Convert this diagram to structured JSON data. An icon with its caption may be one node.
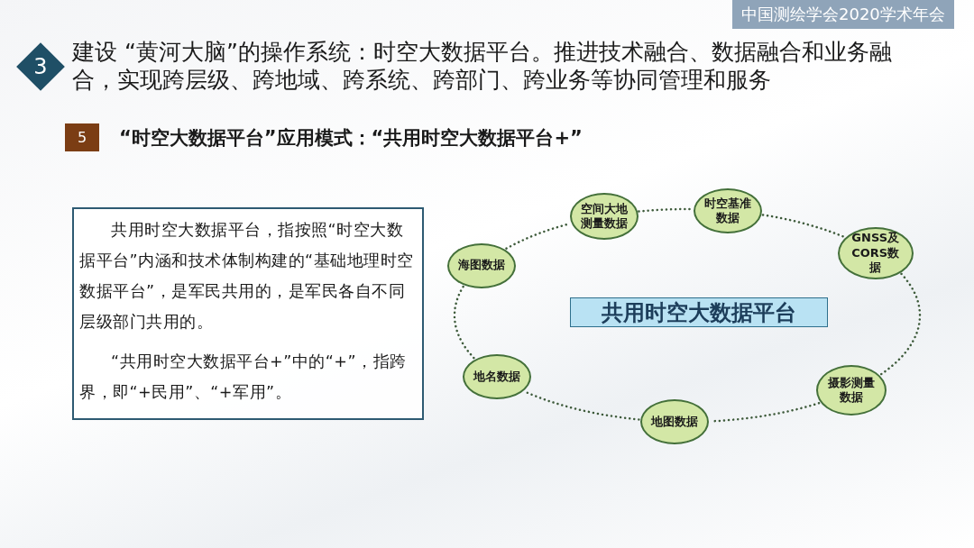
{
  "diagram": {
    "nodes": [
      {
        "text": [
          "3"
        ],
        "beside": [
          "建设 “黄河大脑”的操作系统：时空大数据平台。推进技术融合、数据融合和业务融合，实现跨层级、跨地域、跨系统、跨部门、跨业务等协同管理和服务"
        ]
      },
      {
        "text": [
          "5"
        ],
        "beside": [
          "“时空大数据平台”应用模式：“共用时空大数据平台+”"
        ]
      },
      {
        "text": [
          "共用时空大数据平台，指按照“时空大数据平台”内涵和技术体制构建的“基础地理时空数据平台”，是军民共用的，是军民各自不同层级部门共用的。",
          "“共用时空大数据平台+”中的“+”，指跨界，即“+民用”、“+军用”。"
        ]
      },
      {
        "text": [
          "共用时空大数据平台"
        ]
      },
      {
        "text": [
          "空间大地测量数据"
        ]
      },
      {
        "text": [
          "时空基准数据"
        ]
      },
      {
        "text": [
          "GNSS及CORS数据"
        ]
      },
      {
        "text": [
          "摄影测量数据"
        ]
      },
      {
        "text": [
          "地图数据"
        ]
      },
      {
        "text": [
          "地名数据"
        ]
      },
      {
        "text": [
          "海图数据"
        ]
      }
    ],
    "edges": [
      {
        "from": 4,
        "to": 5,
        "arrow": "none",
        "style": "dashed"
      },
      {
        "from": 5,
        "to": 6,
        "arrow": "none",
        "style": "dashed"
      },
      {
        "from": 6,
        "to": 7,
        "arrow": "none",
        "style": "dashed"
      },
      {
        "from": 7,
        "to": 8,
        "arrow": "none",
        "style": "dashed"
      },
      {
        "from": 8,
        "to": 9,
        "arrow": "none",
        "style": "dashed"
      },
      {
        "from": 9,
        "to": 10,
        "arrow": "none",
        "style": "dashed"
      },
      {
        "from": 10,
        "to": 4,
        "arrow": "none",
        "style": "dashed"
      }
    ],
    "labels": [
      "中国测绘学会2020学术年会"
    ]
  }
}
